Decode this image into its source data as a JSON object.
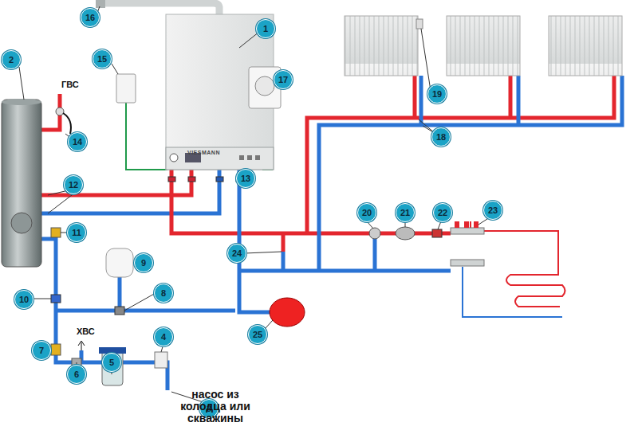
{
  "diagram": {
    "labels": [
      "1",
      "2",
      "3",
      "4",
      "5",
      "6",
      "7",
      "8",
      "9",
      "10",
      "11",
      "12",
      "13",
      "14",
      "15",
      "16",
      "17",
      "18",
      "19",
      "20",
      "21",
      "22",
      "23",
      "24",
      "25",
      "ГВС",
      "ХВС",
      "насос из колодца или скважины",
      "VIESMANN"
    ]
  }
}
